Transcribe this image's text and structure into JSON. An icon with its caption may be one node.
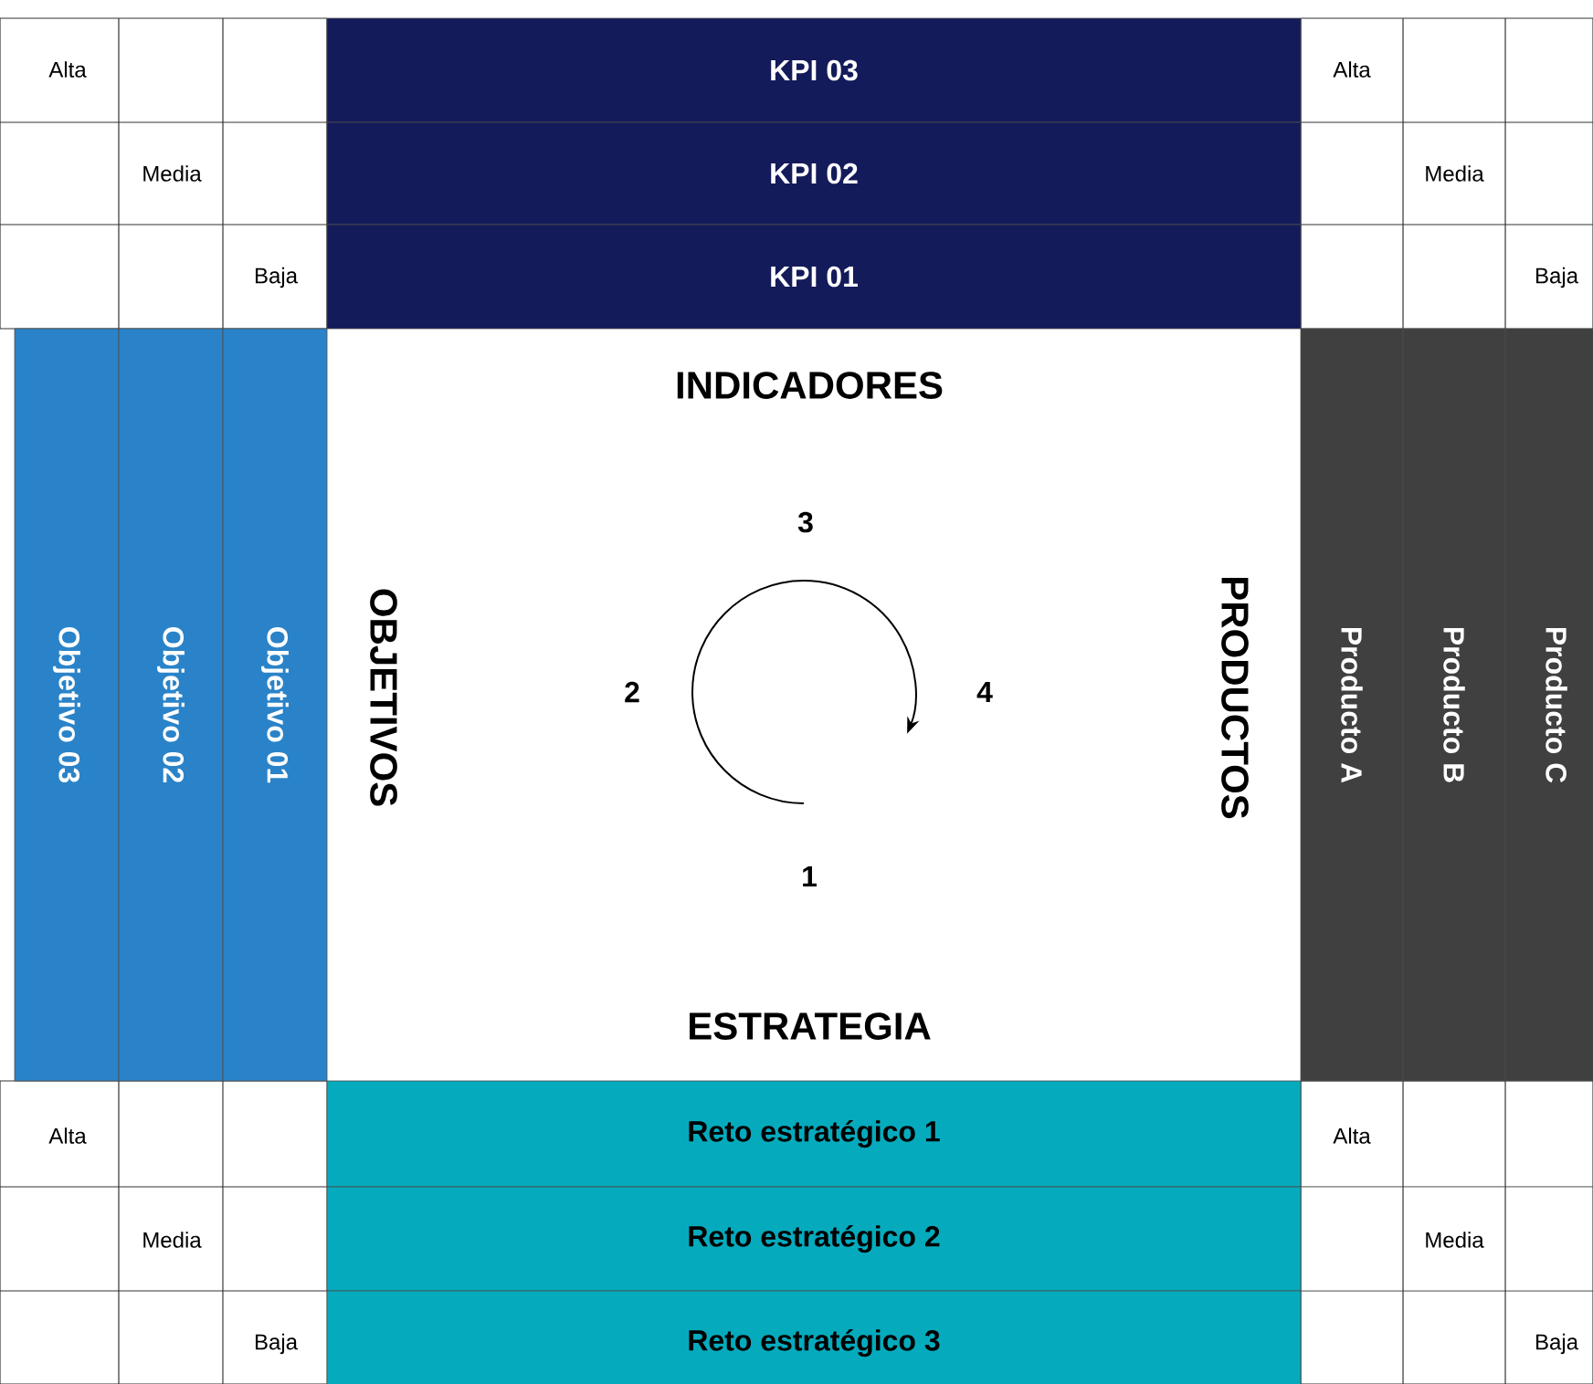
{
  "diagram": {
    "nodes": [
      {
        "text": [
          "KPI 03"
        ]
      },
      {
        "text": [
          "KPI 02"
        ]
      },
      {
        "text": [
          "KPI 01"
        ]
      },
      {
        "text": [
          "Objetivo 03"
        ]
      },
      {
        "text": [
          "Objetivo 02"
        ]
      },
      {
        "text": [
          "Objetivo 01"
        ]
      },
      {
        "text": [
          "Producto A"
        ]
      },
      {
        "text": [
          "Producto B"
        ]
      },
      {
        "text": [
          "Producto C"
        ]
      },
      {
        "text": [
          "Reto estratégico 1"
        ]
      },
      {
        "text": [
          "Reto estratégico 2"
        ]
      },
      {
        "text": [
          "Reto estratégico 3"
        ]
      }
    ],
    "labels": [
      "Alta",
      "Alta",
      "Media",
      "Media",
      "Baja",
      "Baja",
      "INDICADORES",
      "3",
      "OBJETIVOS",
      "2",
      "4",
      "PRODUCTOS",
      "1",
      "ESTRATEGIA",
      "Alta",
      "Alta",
      "Media",
      "Media",
      "Baja",
      "Baja"
    ]
  }
}
